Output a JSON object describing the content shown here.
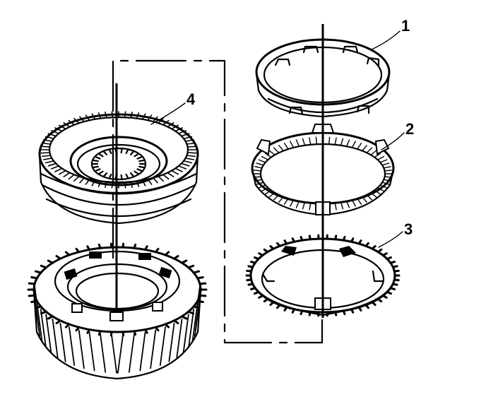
{
  "callouts": [
    {
      "id": "1",
      "text": "1"
    },
    {
      "id": "2",
      "text": "2"
    },
    {
      "id": "3",
      "text": "3"
    },
    {
      "id": "4",
      "text": "4"
    }
  ],
  "colors": {
    "ink": "#000000",
    "paper": "#ffffff"
  }
}
